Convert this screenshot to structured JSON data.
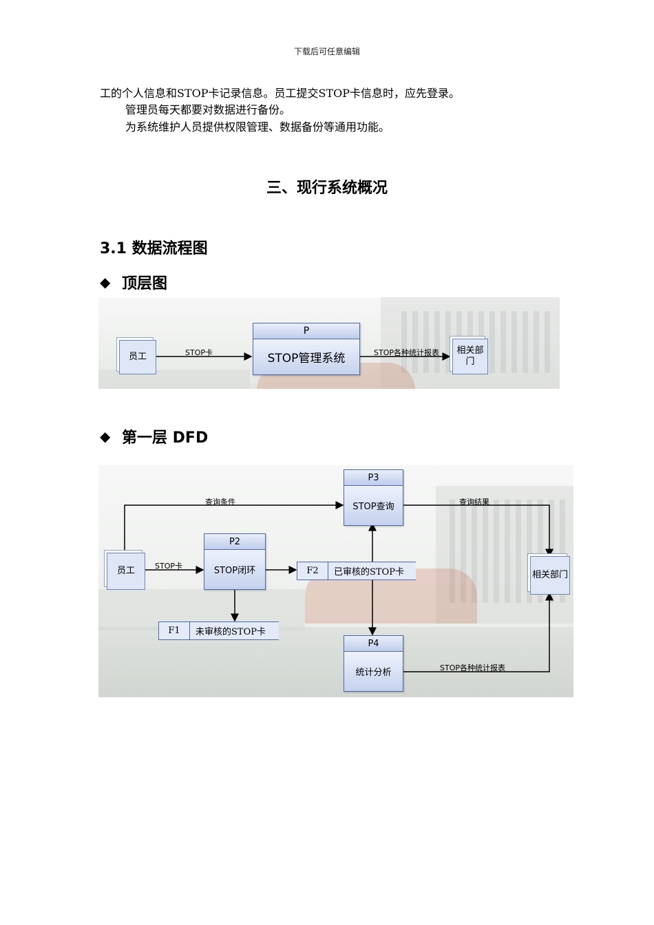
{
  "header_note": "下载后可任意编辑",
  "paragraphs": [
    "工的个人信息和STOP卡记录信息。员工提交STOP卡信息时，应先登录。",
    "管理员每天都要对数据进行备份。",
    "为系统维护人员提供权限管理、数据备份等通用功能。"
  ],
  "chapter_title": "三、现行系统概况",
  "section_title": "3.1 数据流程图",
  "top_level": {
    "heading": "顶层图",
    "bullet": "◆",
    "entity_employee": "员工",
    "process_id": "P",
    "process_name": "STOP管理系统",
    "entity_dept": "相关部门",
    "flow_in": "STOP卡",
    "flow_out": "STOP各种统计报表"
  },
  "level_one": {
    "heading": "第一层 DFD",
    "bullet": "◆",
    "entity_employee": "员工",
    "entity_dept": "相关部门",
    "p2": {
      "id": "P2",
      "name": "STOP闭环"
    },
    "p3": {
      "id": "P3",
      "name": "STOP查询"
    },
    "p4": {
      "id": "P4",
      "name": "统计分析"
    },
    "f1": {
      "id": "F1",
      "name": "未审核的STOP卡"
    },
    "f2": {
      "id": "F2",
      "name": "已审核的STOP卡"
    },
    "flow_query_cond": "查询条件",
    "flow_stop_card": "STOP卡",
    "flow_query_result": "查询结果",
    "flow_reports": "STOP各种统计报表"
  }
}
